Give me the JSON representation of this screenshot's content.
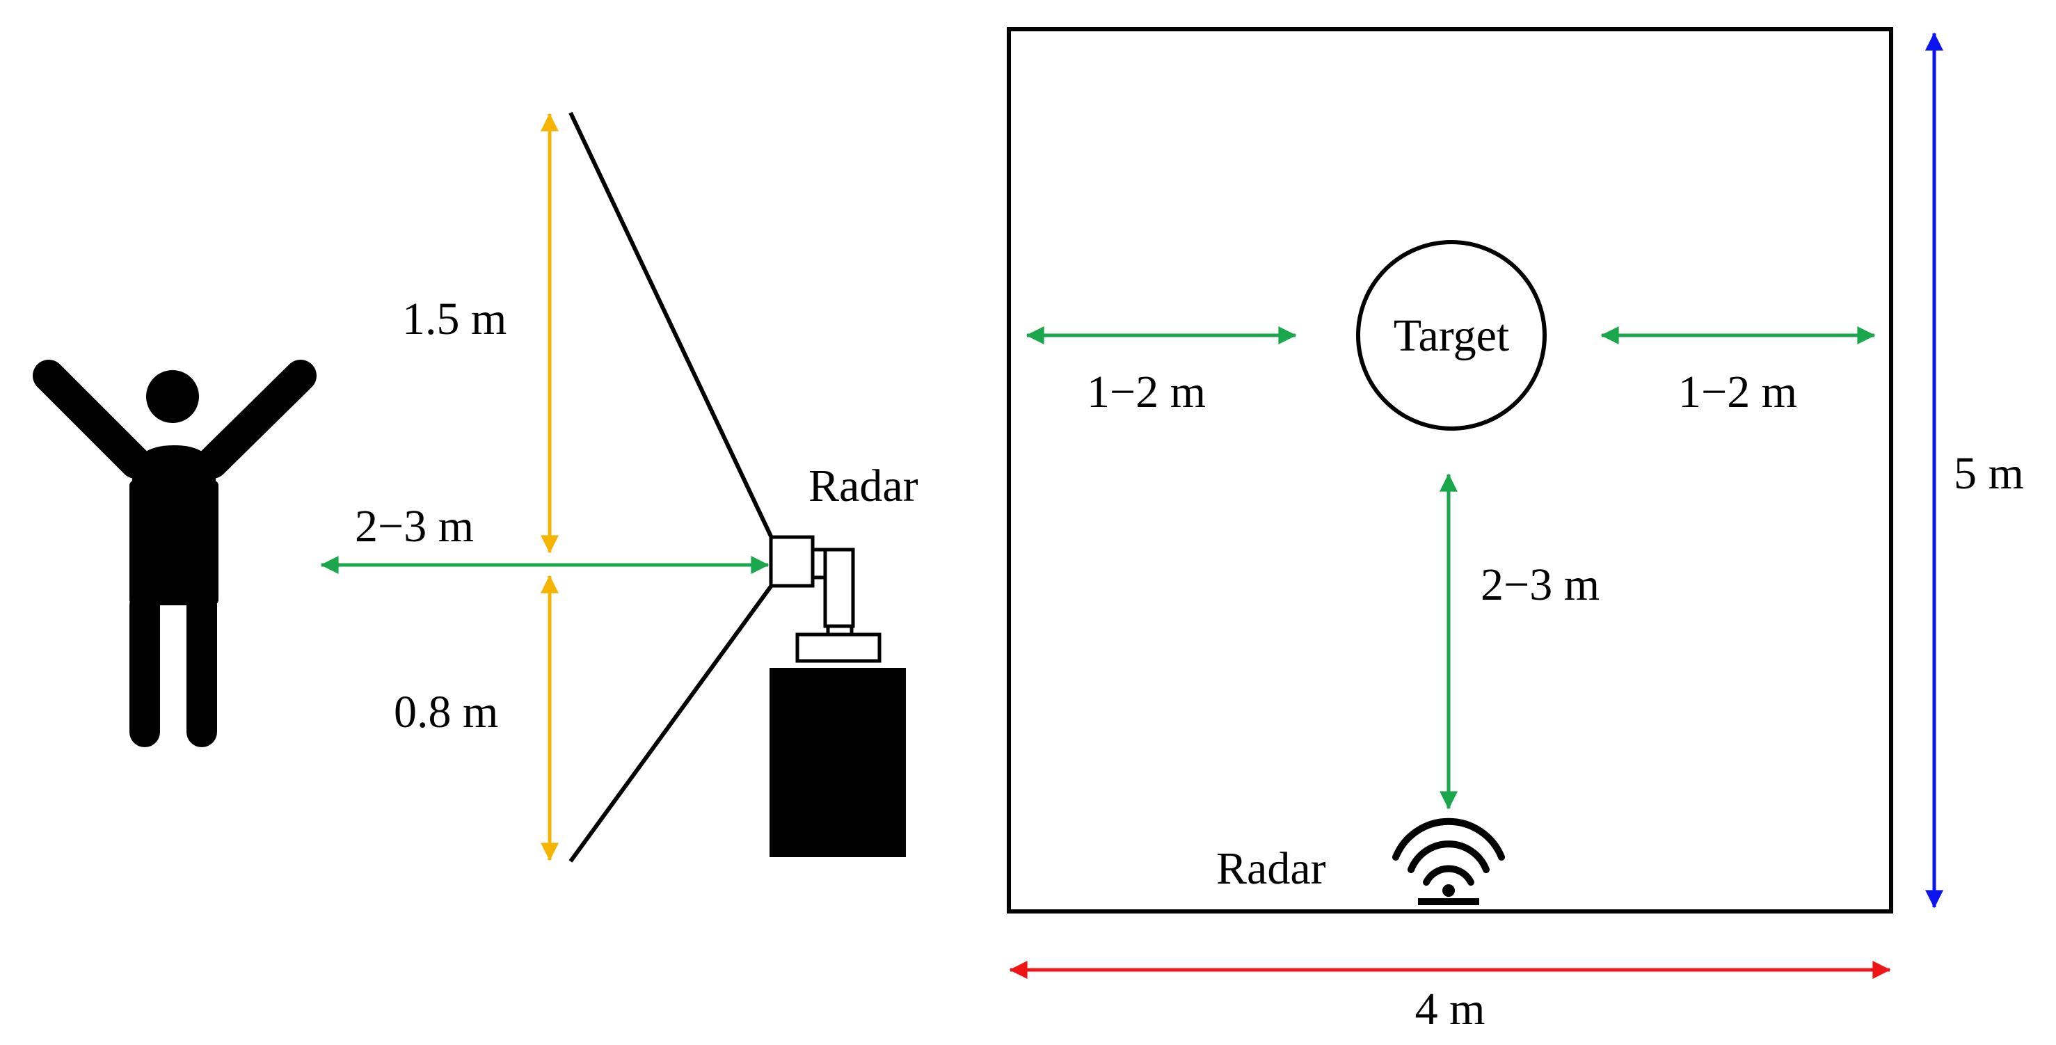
{
  "side_view": {
    "radar_label": "Radar",
    "upper_height_label": "1.5 m",
    "lower_height_label": "0.8 m",
    "distance_label": "2−3 m"
  },
  "top_view": {
    "target_label": "Target",
    "left_offset_label": "1−2 m",
    "right_offset_label": "1−2 m",
    "radar_distance_label": "2−3 m",
    "radar_label": "Radar",
    "room_length_label": "5 m",
    "room_width_label": "4 m"
  },
  "colors": {
    "height_arrows": "#f5b400",
    "distance_arrows": "#1aa64a",
    "room_length_arrow": "#0a14f0",
    "room_width_arrow": "#f01414",
    "ink": "#000000"
  },
  "icons": {
    "person": "person-arms-raised-icon",
    "side_radar": "radar-on-stand-icon",
    "top_radar": "radar-wave-icon"
  }
}
